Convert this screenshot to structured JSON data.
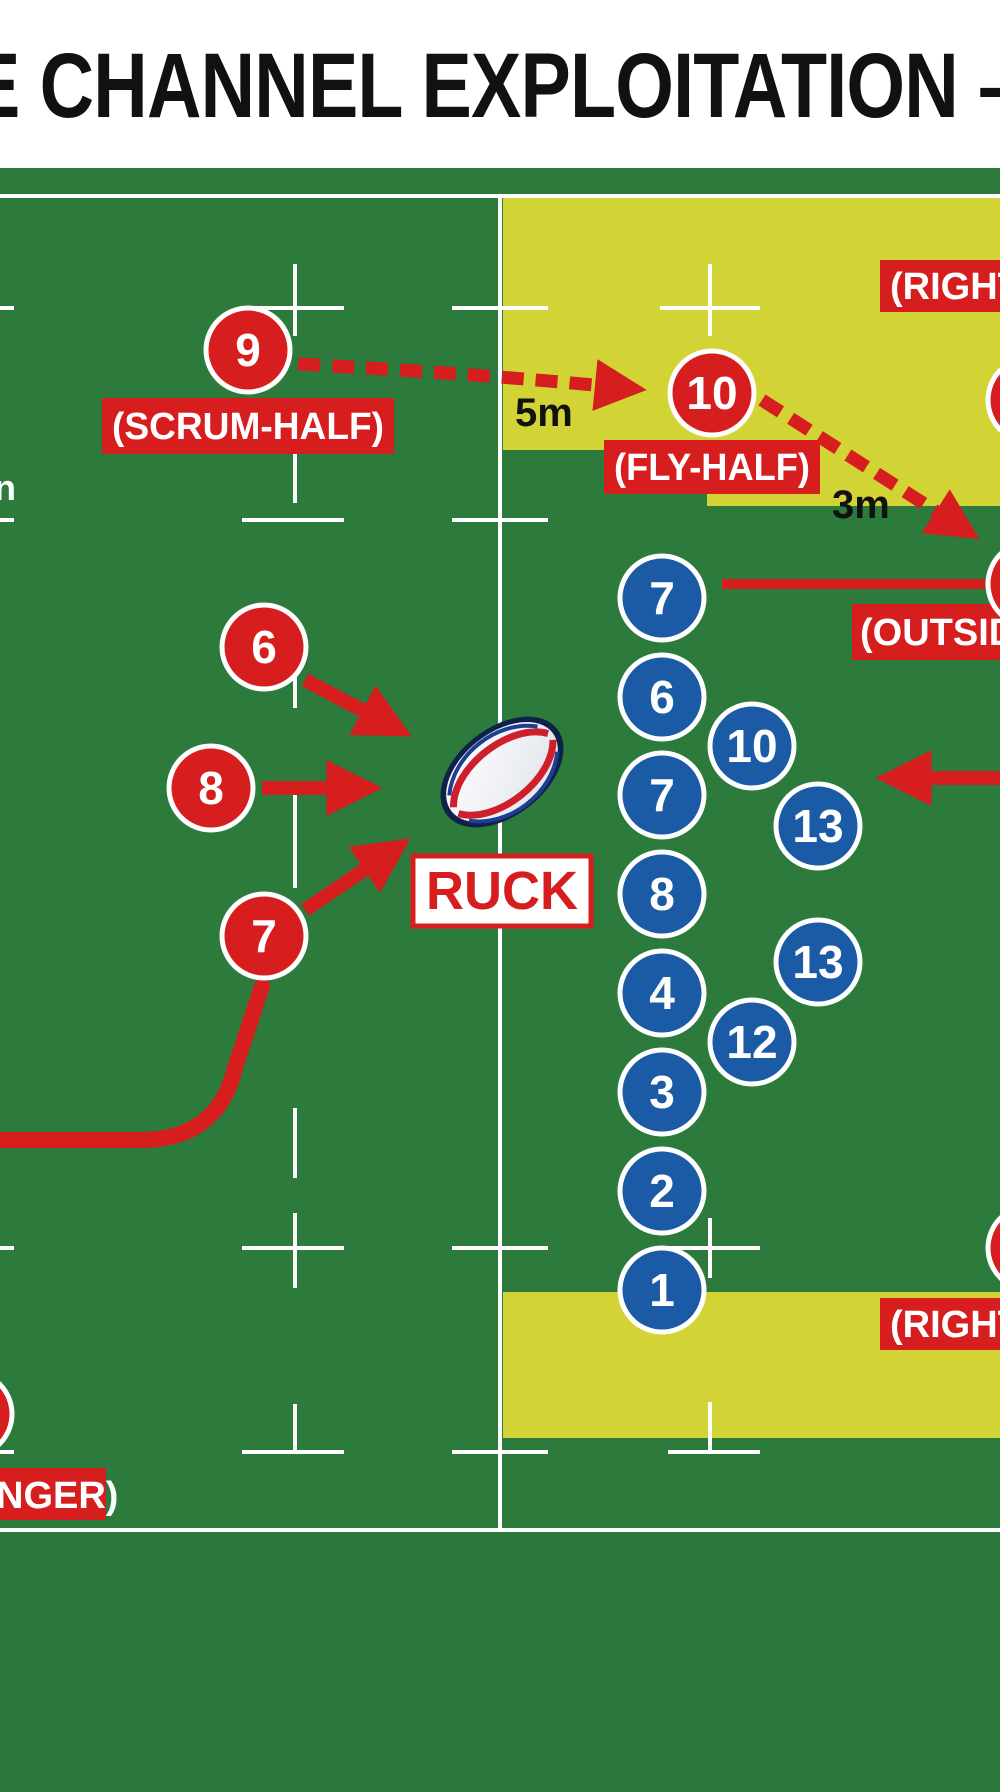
{
  "title": "E CHANNEL EXPLOITATION –",
  "colors": {
    "pitch": "#2c7a3c",
    "pitch_lower": "#2d7a3d",
    "channel_zone": "#d2d435",
    "attack": "#d71e1e",
    "defence": "#1b5ba5",
    "line": "#ffffff",
    "text": "#111111"
  },
  "labels": {
    "scrum_half": "(SCRUM-HALF)",
    "fly_half": "(FLY-HALF)",
    "right_top": "(RIGHT",
    "outside": "(OUTSID",
    "right_bottom": "(RIGHT",
    "winger": "NGER)",
    "left_edge": "n",
    "ruck": "RUCK",
    "dist_5m": "5m",
    "dist_3m": "3m"
  },
  "attack_players": {
    "scrum_half": "9",
    "fly_half": "10",
    "flanker_6": "6",
    "number_8": "8",
    "flanker_7": "7"
  },
  "defence_players": {
    "line_1": "7",
    "line_2": "6",
    "line_3": "7",
    "line_4": "8",
    "line_5": "4",
    "line_6": "3",
    "line_7": "2",
    "line_8": "1",
    "back_10": "10",
    "back_13a": "13",
    "back_13b": "13",
    "back_12": "12"
  }
}
